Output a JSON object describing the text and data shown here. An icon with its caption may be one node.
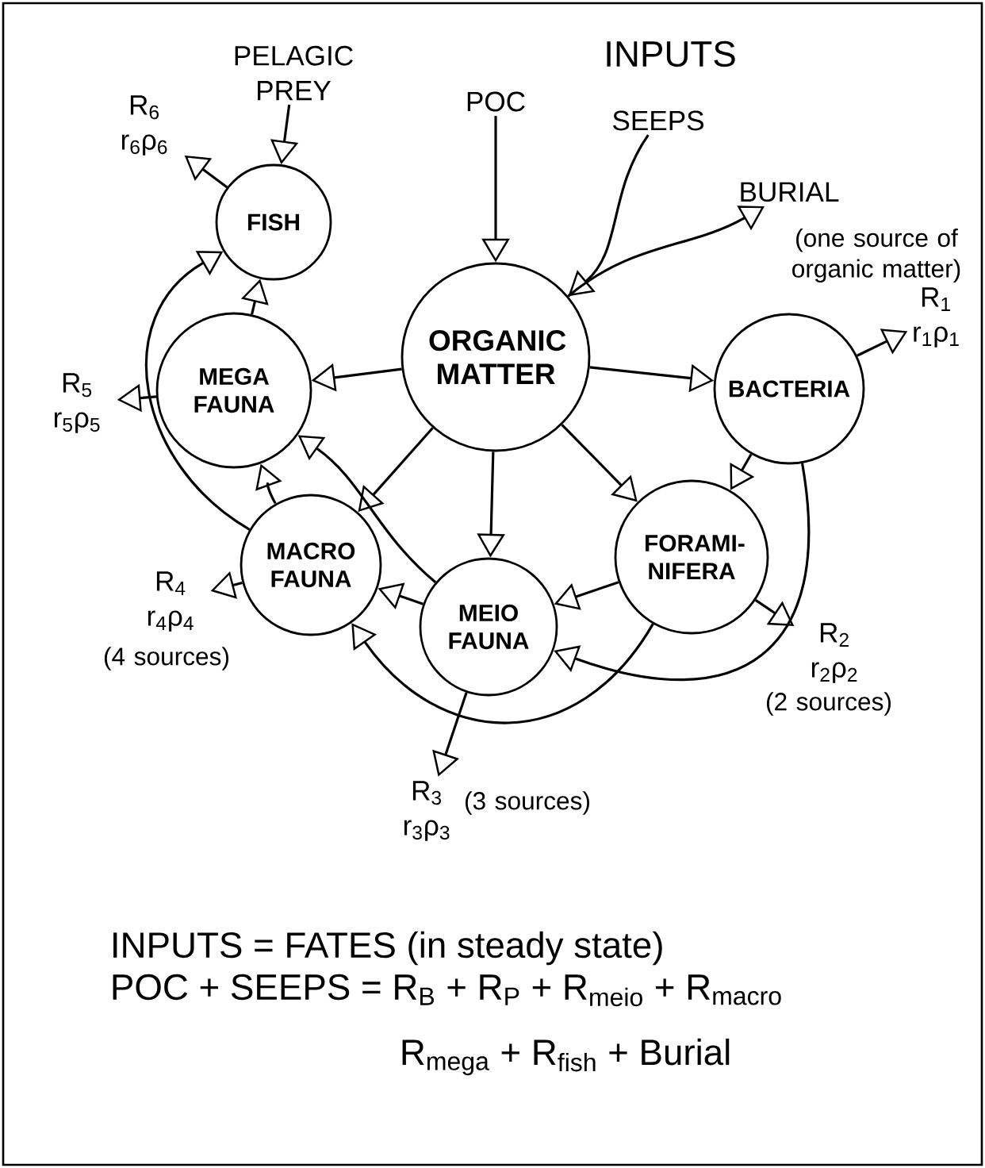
{
  "diagram": {
    "nodes": [
      {
        "text": [
          "ORGANIC MATTER"
        ]
      },
      {
        "text": [
          "FISH"
        ]
      },
      {
        "text": [
          "MEGA FAUNA"
        ]
      },
      {
        "text": [
          "MACRO FAUNA"
        ]
      },
      {
        "text": [
          "MEIO FAUNA"
        ]
      },
      {
        "text": [
          "FORAMI- NIFERA"
        ]
      },
      {
        "text": [
          "BACTERIA"
        ]
      },
      {
        "text": [
          "PELAGIC PREY"
        ]
      },
      {
        "text": [
          "POC"
        ]
      },
      {
        "text": [
          "SEEPS"
        ]
      },
      {
        "text": [
          "BURIAL"
        ]
      },
      {
        "text": [
          "R$_{6}$",
          "r$_{6}$ρ$_{6}$"
        ]
      },
      {
        "text": [
          "R$_{5}$",
          "r$_{5}$ρ$_{5}$"
        ]
      },
      {
        "text": [
          "R$_{4}$",
          "r$_{4}$ρ$_{4}$"
        ],
        "beside": [
          "(4 sources)"
        ]
      },
      {
        "text": [
          "R$_{3}$",
          "r$_{3}$ρ$_{3}$"
        ],
        "beside": [
          "(3 sources)"
        ]
      },
      {
        "text": [
          "R$_{2}$",
          "r$_{2}$ρ$_{2}$"
        ],
        "beside": [
          "(2 sources)"
        ]
      },
      {
        "text": [
          "R$_{1}$",
          "r$_{1}$ρ$_{1}$"
        ]
      }
    ],
    "edges": [
      {
        "from": 7,
        "to": 1,
        "arrow": "to"
      },
      {
        "from": 1,
        "to": 11,
        "arrow": "to"
      },
      {
        "from": 8,
        "to": 0,
        "arrow": "to"
      },
      {
        "from": 9,
        "to": 0,
        "arrow": "to"
      },
      {
        "from": 0,
        "to": 10,
        "arrow": "to"
      },
      {
        "from": 0,
        "to": 2,
        "arrow": "to"
      },
      {
        "from": 0,
        "to": 6,
        "arrow": "to"
      },
      {
        "from": 0,
        "to": 3,
        "arrow": "to"
      },
      {
        "from": 0,
        "to": 4,
        "arrow": "to"
      },
      {
        "from": 0,
        "to": 5,
        "arrow": "to"
      },
      {
        "from": 2,
        "to": 1,
        "arrow": "to"
      },
      {
        "from": 3,
        "to": 1,
        "arrow": "to"
      },
      {
        "from": 2,
        "to": 12,
        "arrow": "to"
      },
      {
        "from": 3,
        "to": 2,
        "arrow": "to"
      },
      {
        "from": 4,
        "to": 2,
        "arrow": "to"
      },
      {
        "from": 3,
        "to": 13,
        "arrow": "to"
      },
      {
        "from": 4,
        "to": 3,
        "arrow": "to"
      },
      {
        "from": 5,
        "to": 3,
        "arrow": "to"
      },
      {
        "from": 4,
        "to": 14,
        "arrow": "to"
      },
      {
        "from": 5,
        "to": 4,
        "arrow": "to"
      },
      {
        "from": 6,
        "to": 5,
        "arrow": "to"
      },
      {
        "from": 6,
        "to": 4,
        "arrow": "to"
      },
      {
        "from": 5,
        "to": 15,
        "arrow": "to"
      },
      {
        "from": 6,
        "to": 16,
        "arrow": "to"
      }
    ],
    "labels": [
      "INPUTS",
      "(one source of organic matter)",
      "INPUTS = FATES (in steady state)",
      "POC + SEEPS = R$_{B}$ + R$_{P}$ + R$_{meio}$ + R$_{macro}$",
      "R$_{mega}$ + R$_{fish}$ + Burial"
    ]
  }
}
